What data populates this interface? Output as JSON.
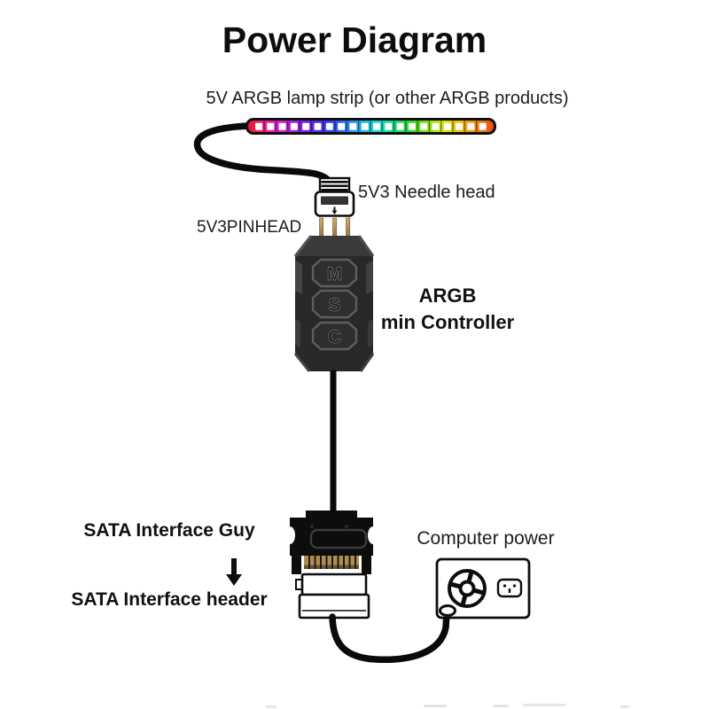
{
  "title": "Power Diagram",
  "strip": {
    "label": "5V ARGB lamp strip (or other ARGB products)",
    "colors": [
      "#e8192c",
      "#f0208c",
      "#d41fd0",
      "#9620e0",
      "#5a25e8",
      "#2b3cf0",
      "#2b7af0",
      "#22b4e8",
      "#19d8c8",
      "#16d878",
      "#2ed824",
      "#86e012",
      "#d8e410",
      "#f0b90e",
      "#f2830c",
      "#ee4a12"
    ]
  },
  "needle_connector": {
    "label": "5V3 Needle head"
  },
  "pinhead": {
    "label": "5V3PINHEAD"
  },
  "controller": {
    "label_line1": "ARGB",
    "label_line2": "min Controller",
    "buttons": [
      "M",
      "S",
      "C"
    ]
  },
  "sata": {
    "plug_label": "SATA Interface Guy",
    "header_label": "SATA Interface header"
  },
  "psu": {
    "label": "Computer power"
  },
  "palette": {
    "cable": "#0a0a0a",
    "controller_body": "#282828",
    "controller_bevel": "#4a4a4a",
    "pin_gold": "#bf9a62",
    "sata_pin_gold": "#b08d4f"
  }
}
